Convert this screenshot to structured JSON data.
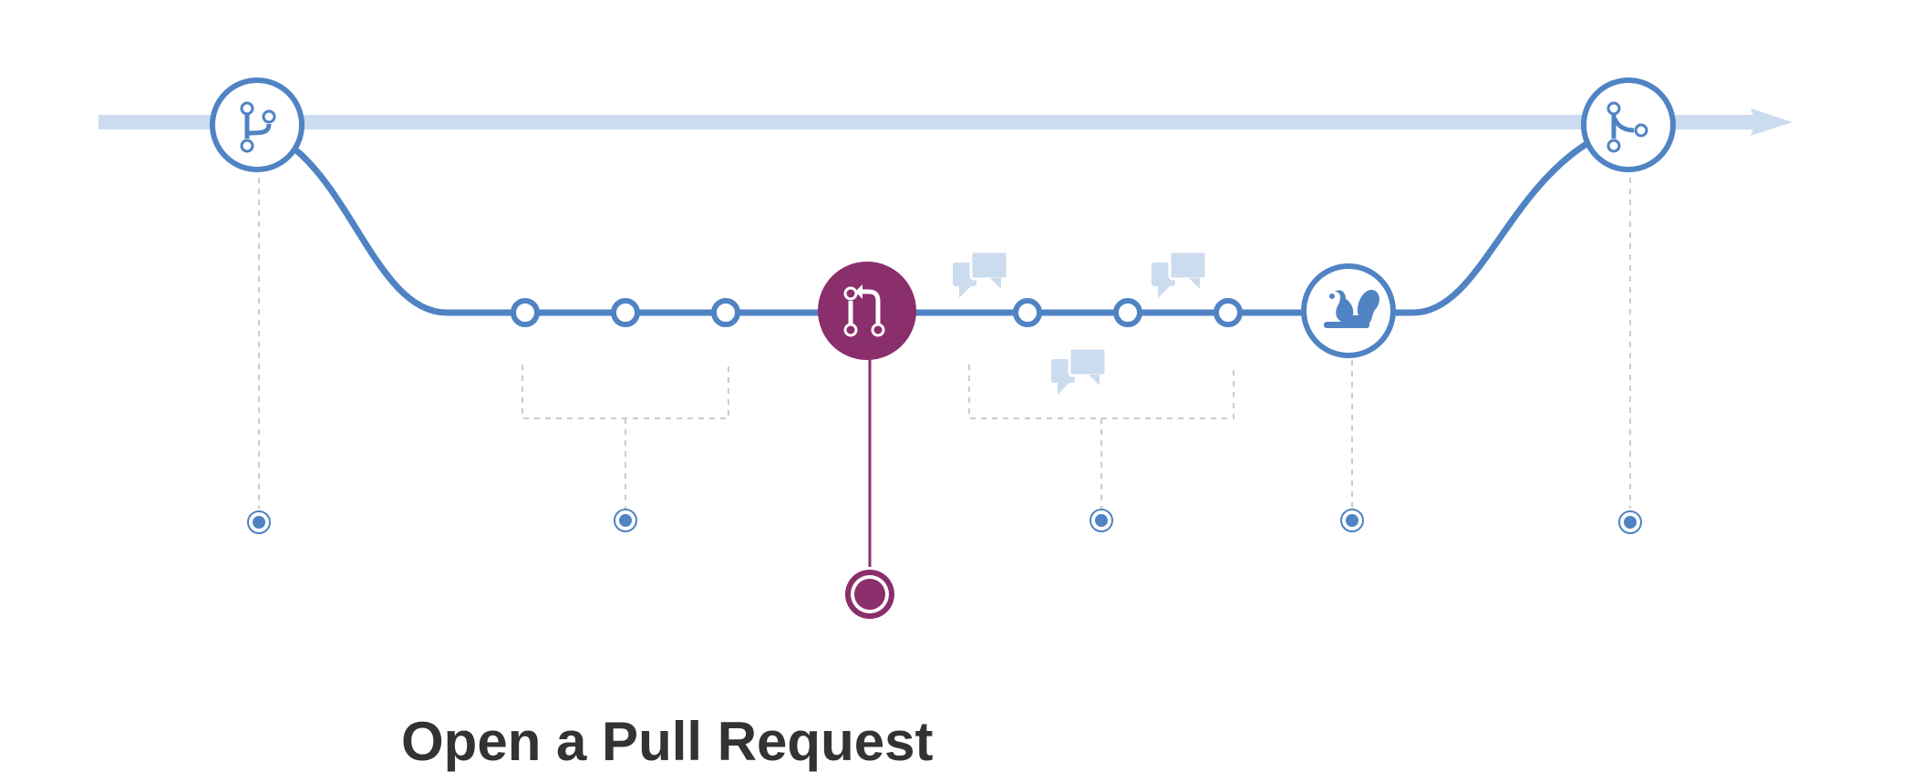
{
  "title": "Open a Pull Request",
  "colors": {
    "branch_blue": "#4f83c4",
    "main_line": "#cbdcee",
    "pull_request": "#8a2e6c",
    "comment_bubble": "#cbdcee",
    "guide_dash": "#cccccc",
    "background": "#ffffff"
  },
  "stages": [
    {
      "id": "branch",
      "icon": "branch-create-icon"
    },
    {
      "id": "commits",
      "icon": "commit-icon"
    },
    {
      "id": "pull-request",
      "icon": "pull-request-icon"
    },
    {
      "id": "discussion",
      "icon": "comment-icon"
    },
    {
      "id": "deploy",
      "icon": "squirrel-icon"
    },
    {
      "id": "merge",
      "icon": "merge-icon"
    }
  ]
}
